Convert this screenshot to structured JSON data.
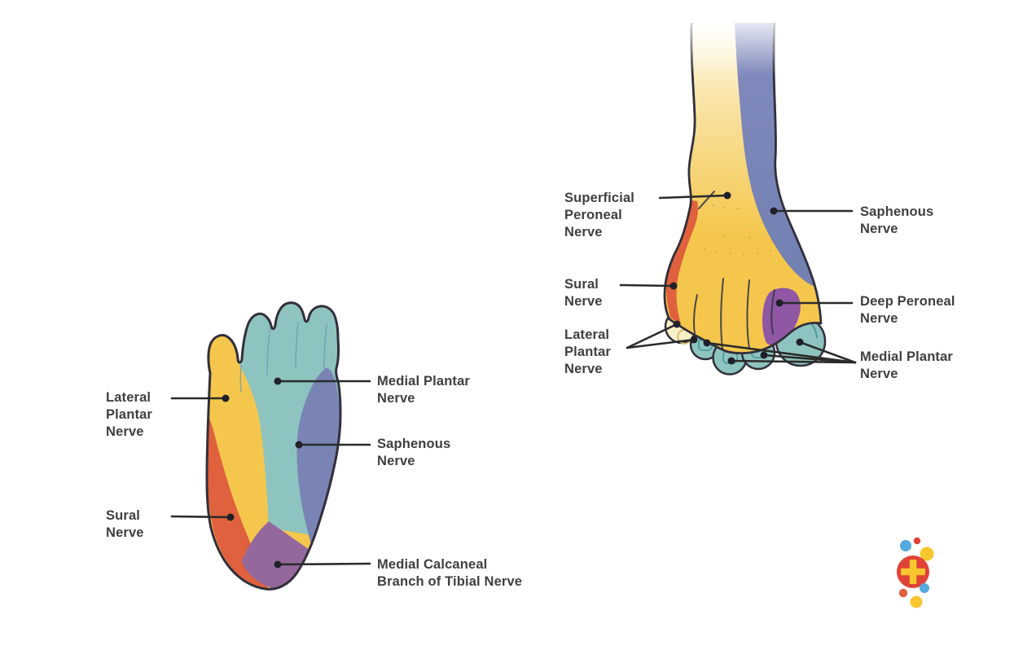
{
  "colors": {
    "background": "#ffffff",
    "yellow": "#F4C74C",
    "teal": "#8EC4BF",
    "red": "#E0613D",
    "heel_purple": "#94689C",
    "deep_peroneal_purple": "#8F57A4",
    "saphenous_blue": "#7984B5",
    "pale_toe": "#F9EFC7",
    "outline": "#322F3B",
    "label_text": "#3F3E40",
    "leader_line": "#2B2B2B",
    "logo_red": "#E04238",
    "logo_yellow": "#F7C62F",
    "logo_blue": "#55AADF",
    "logo_orange": "#E2603C"
  },
  "plantar_view": {
    "labels": {
      "lateral_plantar": "Lateral\nPlantar\nNerve",
      "sural": "Sural\nNerve",
      "medial_plantar": "Medial Plantar\nNerve",
      "saphenous": "Saphenous\nNerve",
      "medial_calcaneal": "Medial Calcaneal\nBranch of Tibial Nerve"
    }
  },
  "dorsal_view": {
    "labels": {
      "superficial_peroneal": "Superficial\nPeroneal\nNerve",
      "sural": "Sural\nNerve",
      "lateral_plantar": "Lateral\nPlantar\nNerve",
      "saphenous": "Saphenous\nNerve",
      "deep_peroneal": "Deep Peroneal\nNerve",
      "medial_plantar": "Medial Plantar\nNerve"
    }
  }
}
